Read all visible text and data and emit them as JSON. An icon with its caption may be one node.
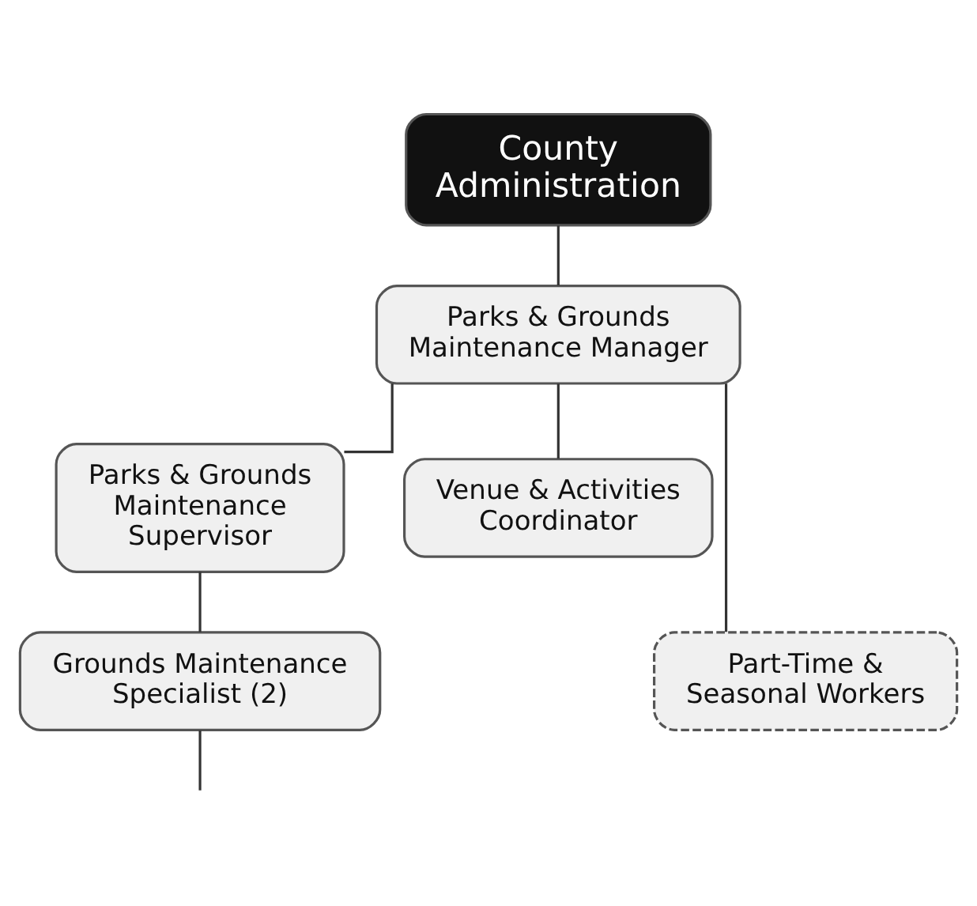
{
  "diagram": {
    "nodes": [
      {
        "text": [
          "County Administration"
        ]
      },
      {
        "text": [
          "Parks & Grounds Maintenance Manager"
        ]
      },
      {
        "text": [
          "Parks & Grounds Maintenance Supervisor"
        ]
      },
      {
        "text": [
          "Venue & Activities Coordinator"
        ]
      },
      {
        "text": [
          "Grounds Maintenance Specialist (2)"
        ]
      },
      {
        "text": [
          "Part-Time & Seasonal Workers"
        ]
      }
    ],
    "edges": [
      {
        "from": 0,
        "to": 1,
        "arrow": "none"
      },
      {
        "from": 1,
        "to": 2,
        "arrow": "none"
      },
      {
        "from": 1,
        "to": 3,
        "arrow": "none"
      },
      {
        "from": 1,
        "to": 5,
        "arrow": "none"
      },
      {
        "from": 2,
        "to": 4,
        "arrow": "none"
      },
      {
        "from": 4,
        "to": null,
        "arrow": "none"
      }
    ]
  }
}
